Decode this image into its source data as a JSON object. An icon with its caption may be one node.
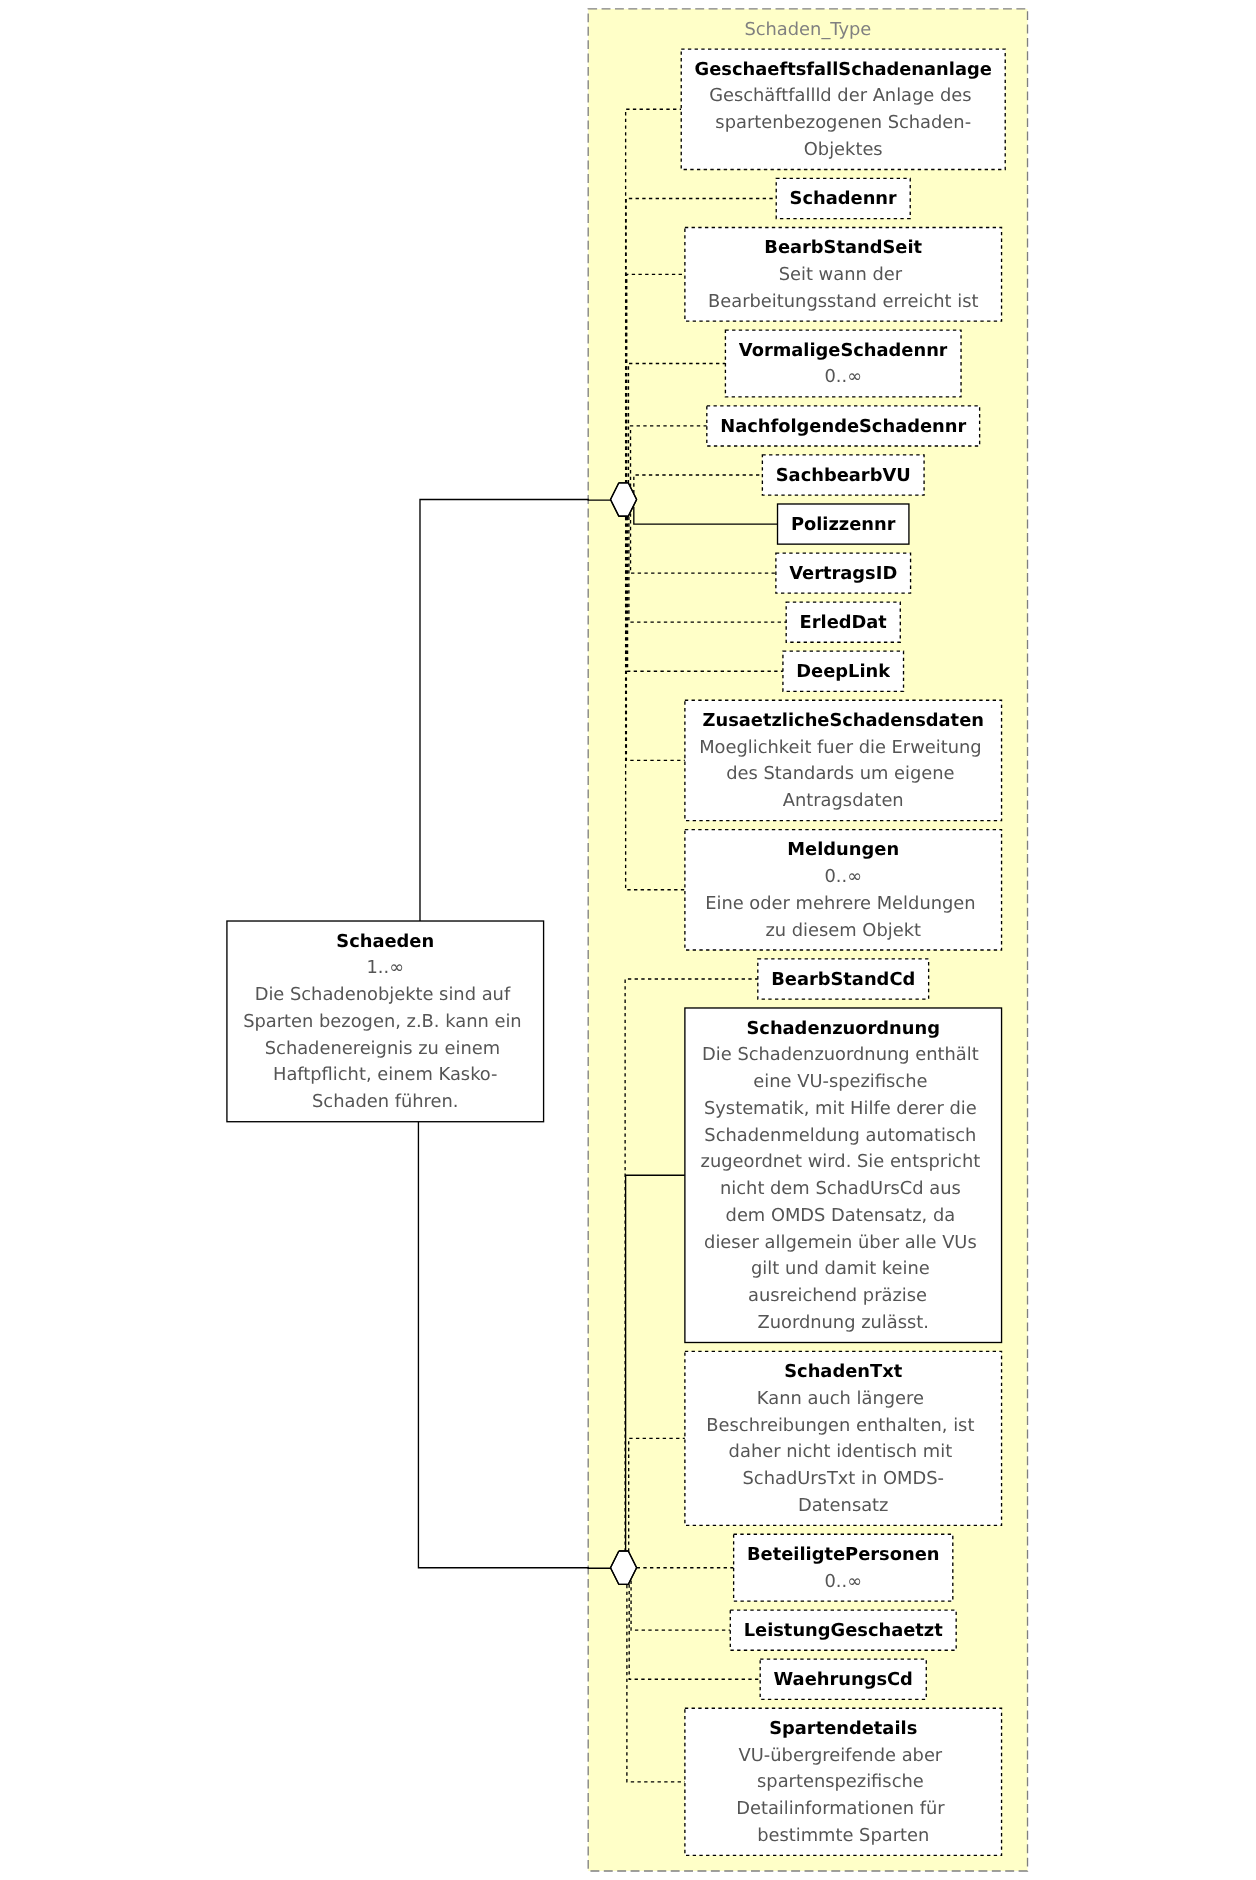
{
  "diagram": {
    "nodes": [
      {
        "text": [
          "Schaeden",
          "1..∞",
          "Die Schadenobjekte sind auf Sparten bezogen, z.B. kann ein Schadenereignis zu einem Haftpflicht, einem Kasko-Schaden führen."
        ]
      },
      {
        "text": [
          "Schaden_Type"
        ]
      },
      {
        "text": [],
        "shape": "hexagon",
        "in": 1
      },
      {
        "text": [
          "GeschaeftsfallSchadenanlage",
          "Geschäftfallld der Anlage des spartenbezogenen Schaden-Objektes"
        ],
        "in": 1
      },
      {
        "text": [
          "Schadennr"
        ],
        "in": 1
      },
      {
        "text": [
          "BearbStandSeit",
          "Seit wann der Bearbeitungsstand erreicht ist"
        ],
        "in": 1
      },
      {
        "text": [
          "VormaligeSchadennr",
          "0..∞"
        ],
        "in": 1
      },
      {
        "text": [
          "NachfolgendeSchadennr"
        ],
        "in": 1
      },
      {
        "text": [
          "SachbearbVU"
        ],
        "in": 1
      },
      {
        "text": [
          "Polizzennr"
        ],
        "in": 1
      },
      {
        "text": [
          "VertragsID"
        ],
        "in": 1
      },
      {
        "text": [
          "ErledDat"
        ],
        "in": 1
      },
      {
        "text": [
          "DeepLink"
        ],
        "in": 1
      },
      {
        "text": [
          "ZusaetzlicheSchadensdaten",
          "Moeglichkeit fuer die Erweitung des Standards um eigene Antragsdaten"
        ],
        "in": 1
      },
      {
        "text": [
          "Meldungen",
          "0..∞",
          "Eine oder mehrere Meldungen zu diesem Objekt"
        ],
        "in": 1
      },
      {
        "text": [],
        "shape": "hexagon",
        "in": 1
      },
      {
        "text": [
          "BearbStandCd"
        ],
        "in": 1
      },
      {
        "text": [
          "Schadenzuordnung",
          "Die Schadenzuordnung enthält eine VU-spezifische Systematik, mit Hilfe derer die Schadenmeldung automatisch zugeordnet wird. Sie entspricht nicht dem SchadUrsCd aus dem OMDS Datensatz, da dieser allgemein über alle VUs gilt und damit keine ausreichend präzise  Zuordnung zulässt."
        ],
        "in": 1
      },
      {
        "text": [
          "SchadenTxt",
          "Kann auch längere Beschreibungen enthalten, ist daher nicht identisch mit SchadUrsTxt in OMDS-Datensatz"
        ],
        "in": 1
      },
      {
        "text": [
          "BeteiligtePersonen",
          "0..∞"
        ],
        "in": 1
      },
      {
        "text": [
          "LeistungGeschaetzt"
        ],
        "in": 1
      },
      {
        "text": [
          "WaehrungsCd"
        ],
        "in": 1
      },
      {
        "text": [
          "Spartendetails",
          "VU-übergreifende aber spartenspezifische Detailinformationen für bestimmte Sparten"
        ],
        "in": 1
      }
    ],
    "edges": [
      {
        "from": 0,
        "to": 2,
        "arrow": "none"
      },
      {
        "from": 0,
        "to": 15,
        "arrow": "none"
      },
      {
        "from": 2,
        "to": 3,
        "arrow": "none",
        "style": "dashed"
      },
      {
        "from": 2,
        "to": 4,
        "arrow": "none",
        "style": "dashed"
      },
      {
        "from": 2,
        "to": 5,
        "arrow": "none",
        "style": "dashed"
      },
      {
        "from": 2,
        "to": 6,
        "arrow": "none",
        "style": "dashed"
      },
      {
        "from": 2,
        "to": 7,
        "arrow": "none",
        "style": "dashed"
      },
      {
        "from": 2,
        "to": 8,
        "arrow": "none",
        "style": "dashed"
      },
      {
        "from": 2,
        "to": 9,
        "arrow": "none"
      },
      {
        "from": 2,
        "to": 10,
        "arrow": "none",
        "style": "dashed"
      },
      {
        "from": 2,
        "to": 11,
        "arrow": "none",
        "style": "dashed"
      },
      {
        "from": 2,
        "to": 12,
        "arrow": "none",
        "style": "dashed"
      },
      {
        "from": 2,
        "to": 13,
        "arrow": "none",
        "style": "dashed"
      },
      {
        "from": 2,
        "to": 14,
        "arrow": "none",
        "style": "dashed"
      },
      {
        "from": 15,
        "to": 16,
        "arrow": "none",
        "style": "dashed"
      },
      {
        "from": 15,
        "to": 17,
        "arrow": "none"
      },
      {
        "from": 15,
        "to": 18,
        "arrow": "none",
        "style": "dashed"
      },
      {
        "from": 15,
        "to": 19,
        "arrow": "none",
        "style": "dashed"
      },
      {
        "from": 15,
        "to": 20,
        "arrow": "none",
        "style": "dashed"
      },
      {
        "from": 15,
        "to": 21,
        "arrow": "none",
        "style": "dashed"
      },
      {
        "from": 15,
        "to": 22,
        "arrow": "none",
        "style": "dashed"
      }
    ]
  }
}
